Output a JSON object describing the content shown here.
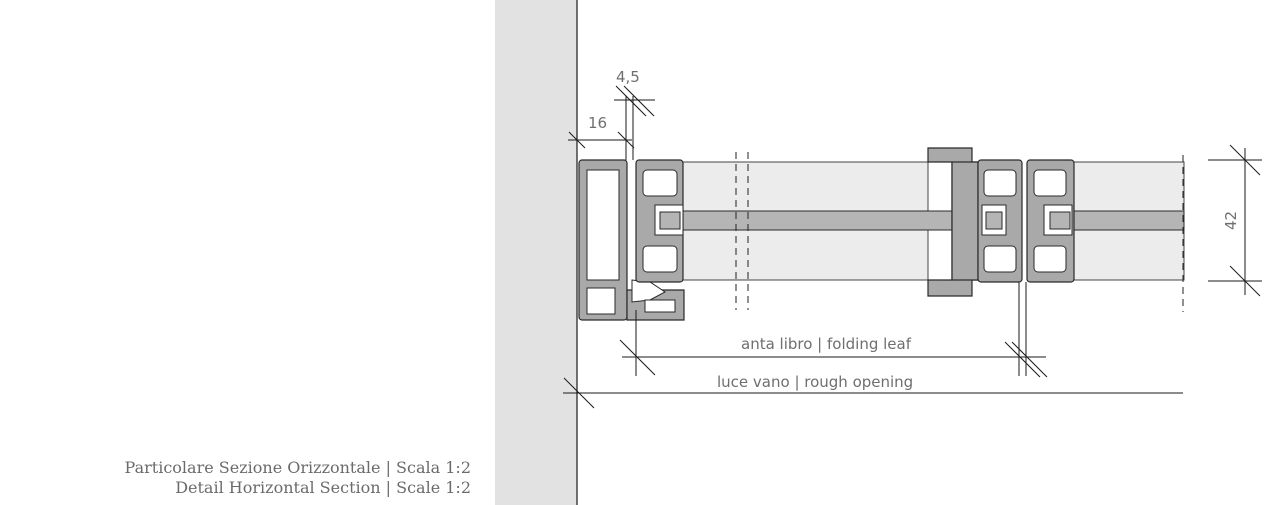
{
  "dimensions": {
    "d16": "16",
    "d4_5": "4,5",
    "d42": "42",
    "folding_leaf": "anta libro | folding leaf",
    "rough_opening": "luce vano | rough opening"
  },
  "caption": {
    "italian": "Particolare Sezione Orizzontale | Scala 1:2",
    "english": "Detail Horizontal Section | Scale 1:2"
  },
  "colors": {
    "wall": "#e2e2e2",
    "glass": "#ececec",
    "profile": "#a9a9a9",
    "caption_text": "#6b6b6b"
  }
}
